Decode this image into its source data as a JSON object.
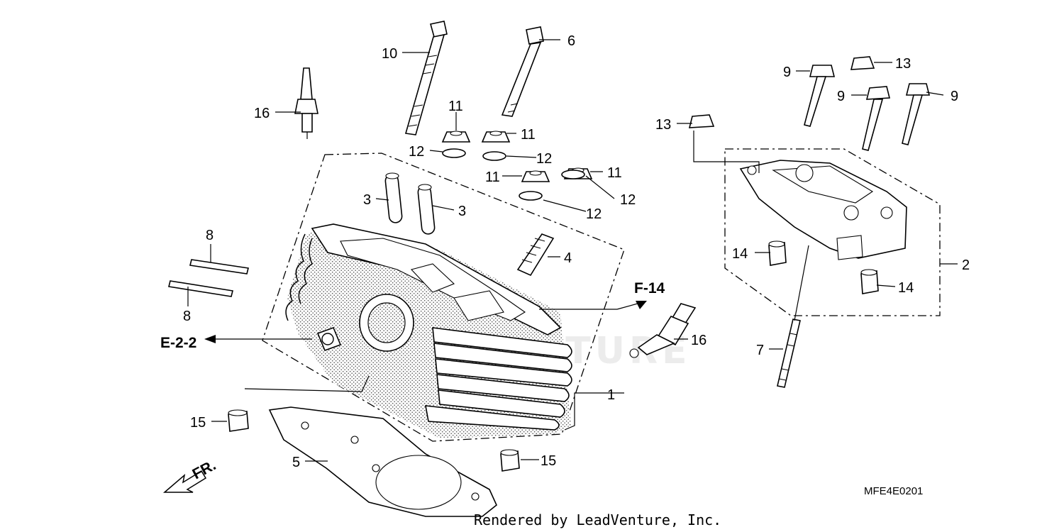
{
  "watermark": "VENTURE",
  "callouts": {
    "c1": "1",
    "c2": "2",
    "c3a": "3",
    "c3b": "3",
    "c4": "4",
    "c5": "5",
    "c6": "6",
    "c7": "7",
    "c8a": "8",
    "c8b": "8",
    "c9a": "9",
    "c9b": "9",
    "c9c": "9",
    "c10": "10",
    "c11a": "11",
    "c11b": "11",
    "c11c": "11",
    "c11d": "11",
    "c12a": "12",
    "c12b": "12",
    "c12c": "12",
    "c12d": "12",
    "c13a": "13",
    "c13b": "13",
    "c14a": "14",
    "c14b": "14",
    "c15a": "15",
    "c15b": "15",
    "c16a": "16",
    "c16b": "16"
  },
  "references": {
    "f14": "F-14",
    "e22": "E-2-2"
  },
  "front_arrow_label": "FR.",
  "diagram_code": "MFE4E0201",
  "footer": "Rendered by LeadVenture, Inc."
}
